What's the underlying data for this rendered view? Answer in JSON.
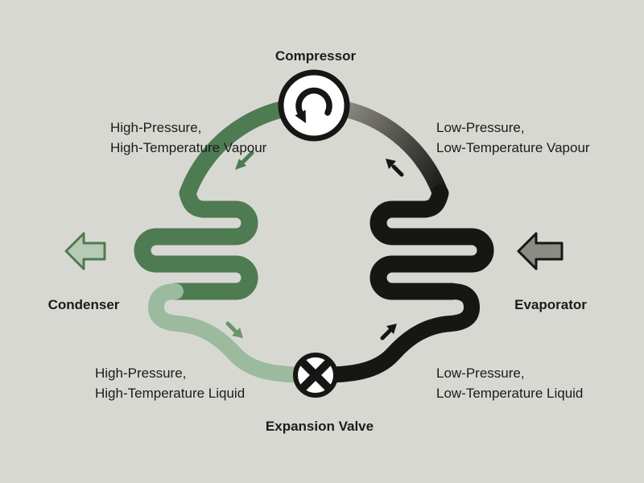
{
  "diagram": {
    "components": {
      "compressor": "Compressor",
      "condenser": "Condenser",
      "evaporator": "Evaporator",
      "expansion_valve": "Expansion Valve"
    },
    "states": {
      "top_left": {
        "line1": "High-Pressure,",
        "line2": "High-Temperature Vapour"
      },
      "top_right": {
        "line1": "Low-Pressure,",
        "line2": "Low-Temperature Vapour"
      },
      "bottom_left": {
        "line1": "High-Pressure,",
        "line2": "High-Temperature Liquid"
      },
      "bottom_right": {
        "line1": "Low-Pressure,",
        "line2": "Low-Temperature Liquid"
      }
    }
  },
  "colors": {
    "background": "#d8d8d3",
    "dark_green": "#4e7b52",
    "medium_green": "#699668",
    "light_green": "#9cba9e",
    "arrow_green_fill": "#b7cab3",
    "black": "#161614",
    "white": "#ffffff",
    "gray_arrow_fill": "#8a8d84",
    "pipe_gray_light": "#a3a09b",
    "pipe_gray_dark": "#161614",
    "text": "#1b1b19"
  }
}
